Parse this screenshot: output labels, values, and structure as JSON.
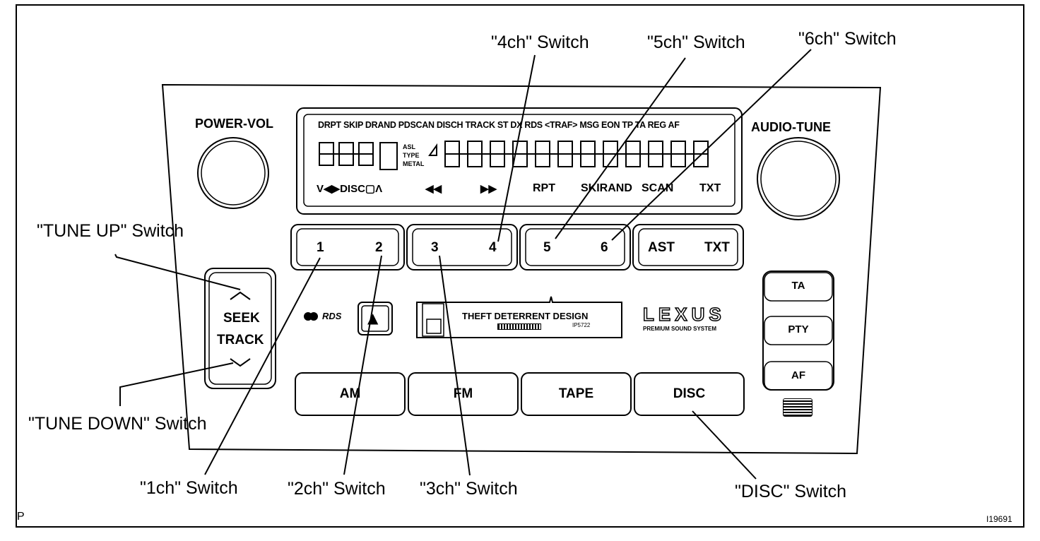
{
  "knobs": {
    "left_label": "POWER-VOL",
    "right_label": "AUDIO-TUNE"
  },
  "display": {
    "indicators": "DRPT SKIP DRAND PDSCAN  DISCH  TRACK  ST DX RDS <TRAF> MSG EON TP TA REG AF",
    "asl": "ASL",
    "type": "TYPE",
    "metal": "METAL",
    "bottom_left": "V◀▶DISC▢Λ",
    "rewind": "◀◀",
    "forward": "▶▶",
    "rpt": "RPT",
    "skirand": "SKIRAND",
    "scan": "SCAN",
    "txt": "TXT"
  },
  "presets": {
    "b1": "1",
    "b2": "2",
    "b3": "3",
    "b4": "4",
    "b5": "5",
    "b6": "6",
    "ast": "AST",
    "txt": "TXT"
  },
  "seek": {
    "line1": "SEEK",
    "line2": "TRACK"
  },
  "rds_logo": "RDS",
  "eject_icon": "▲",
  "theft": "THEFT DETERRENT DESIGN",
  "theft_code": "IP5722",
  "brand": "LEXUS",
  "brand_sub": "PREMIUM SOUND SYSTEM",
  "source_buttons": {
    "am": "AM",
    "fm": "FM",
    "tape": "TAPE",
    "disc": "DISC"
  },
  "side_buttons": {
    "ta": "TA",
    "pty": "PTY",
    "af": "AF"
  },
  "callouts": {
    "ch4": "\"4ch\" Switch",
    "ch5": "\"5ch\" Switch",
    "ch6": "\"6ch\" Switch",
    "tune_up": "\"TUNE UP\" Switch",
    "tune_down": "\"TUNE DOWN\" Switch",
    "ch1": "\"1ch\" Switch",
    "ch2": "\"2ch\" Switch",
    "ch3": "\"3ch\" Switch",
    "disc": "\"DISC\" Switch"
  },
  "corner_left": "P",
  "corner_right": "I19691"
}
